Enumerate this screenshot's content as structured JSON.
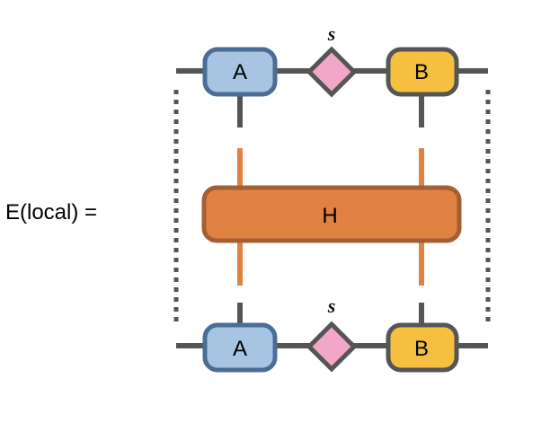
{
  "equation_label": "E(local) =",
  "top_row": {
    "left_tensor": {
      "label": "A",
      "fill": "#a7c4e3",
      "stroke": "#4a6d95"
    },
    "singular_values": {
      "label": "s",
      "fill": "#f2a7c9",
      "stroke": "#555555"
    },
    "right_tensor": {
      "label": "B",
      "fill": "#f5c040",
      "stroke": "#555555"
    }
  },
  "operator": {
    "label": "H",
    "fill": "#e08242",
    "stroke": "#a35f33"
  },
  "bottom_row": {
    "left_tensor": {
      "label": "A",
      "fill": "#a7c4e3",
      "stroke": "#4a6d95"
    },
    "singular_values": {
      "label": "s",
      "fill": "#f2a7c9",
      "stroke": "#555555"
    },
    "right_tensor": {
      "label": "B",
      "fill": "#f5c040",
      "stroke": "#555555"
    }
  },
  "colors": {
    "bond_line": "#555555",
    "operator_leg": "#e08242",
    "trace_dots": "#555555"
  }
}
